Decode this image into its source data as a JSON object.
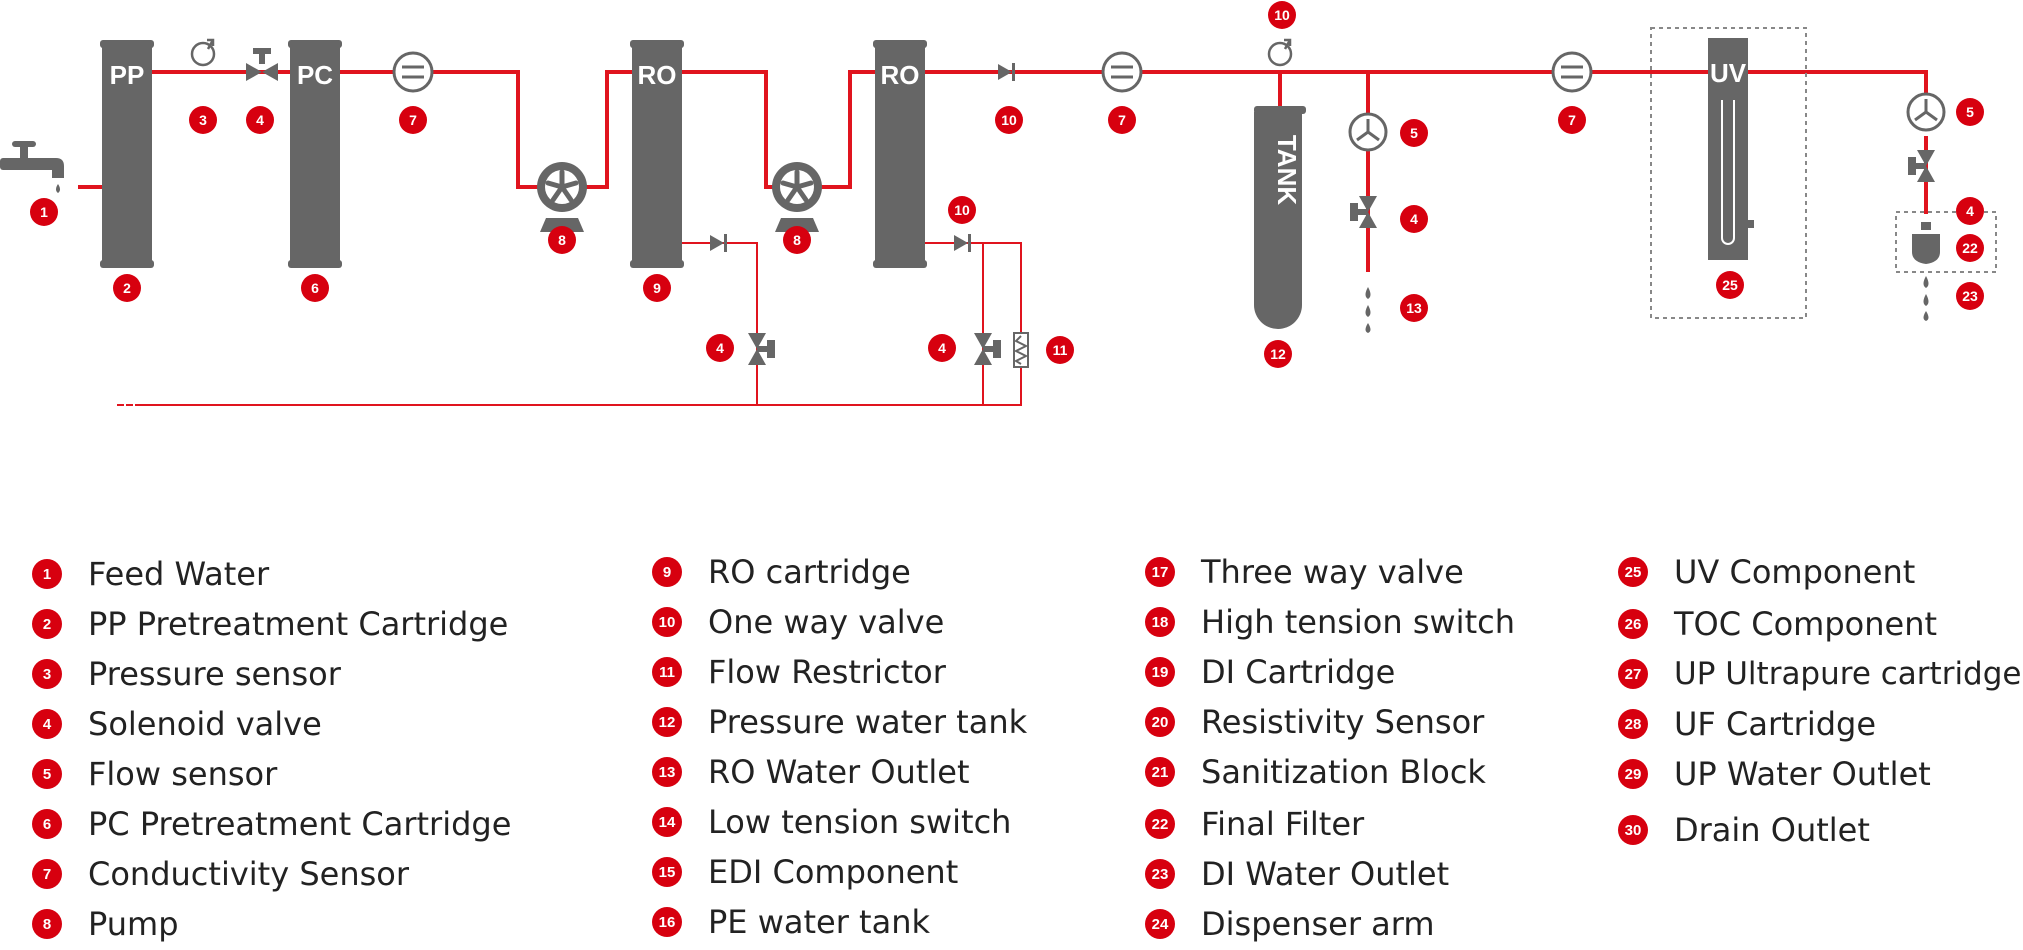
{
  "colors": {
    "pipe": "#e0141e",
    "component": "#666666",
    "marker": "#d7000f",
    "text": "#222222"
  },
  "components": {
    "pp": "PP",
    "pc": "PC",
    "ro1": "RO",
    "ro2": "RO",
    "tank": "TANK",
    "uv": "UV"
  },
  "callouts": [
    "1",
    "2",
    "3",
    "4",
    "6",
    "7",
    "8",
    "9",
    "4",
    "10",
    "4",
    "11",
    "10",
    "7",
    "8",
    "10",
    "12",
    "5",
    "4",
    "13",
    "7",
    "25",
    "5",
    "4",
    "22",
    "23"
  ],
  "legend": {
    "col1": [
      {
        "num": "1",
        "label": "Feed Water"
      },
      {
        "num": "2",
        "label": "PP Pretreatment Cartridge"
      },
      {
        "num": "3",
        "label": "Pressure sensor"
      },
      {
        "num": "4",
        "label": "Solenoid valve"
      },
      {
        "num": "5",
        "label": "Flow sensor"
      },
      {
        "num": "6",
        "label": "PC Pretreatment Cartridge"
      },
      {
        "num": "7",
        "label": "Conductivity Sensor"
      },
      {
        "num": "8",
        "label": "Pump"
      }
    ],
    "col2": [
      {
        "num": "9",
        "label": "RO cartridge"
      },
      {
        "num": "10",
        "label": "One way valve"
      },
      {
        "num": "11",
        "label": "Flow Restrictor"
      },
      {
        "num": "12",
        "label": "Pressure water tank"
      },
      {
        "num": "13",
        "label": "RO Water Outlet"
      },
      {
        "num": "14",
        "label": "Low tension switch"
      },
      {
        "num": "15",
        "label": "EDI Component"
      },
      {
        "num": "16",
        "label": "PE water tank"
      }
    ],
    "col3": [
      {
        "num": "17",
        "label": "Three way valve"
      },
      {
        "num": "18",
        "label": "High tension switch"
      },
      {
        "num": "19",
        "label": "DI Cartridge"
      },
      {
        "num": "20",
        "label": "Resistivity Sensor"
      },
      {
        "num": "21",
        "label": "Sanitization Block"
      },
      {
        "num": "22",
        "label": "Final Filter"
      },
      {
        "num": "23",
        "label": "DI Water Outlet"
      },
      {
        "num": "24",
        "label": "Dispenser arm"
      }
    ],
    "col4": [
      {
        "num": "25",
        "label": "UV Component"
      },
      {
        "num": "26",
        "label": "TOC Component"
      },
      {
        "num": "27",
        "label": "UP Ultrapure cartridge"
      },
      {
        "num": "28",
        "label": "UF Cartridge"
      },
      {
        "num": "29",
        "label": "UP Water Outlet"
      },
      {
        "num": "30",
        "label": "Drain Outlet"
      }
    ]
  }
}
